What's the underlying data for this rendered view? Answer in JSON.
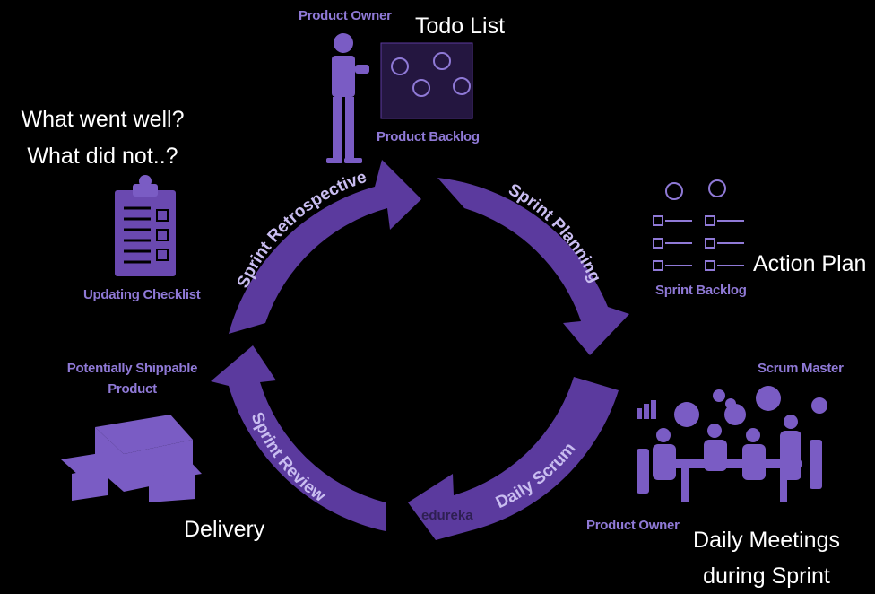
{
  "colors": {
    "background": "#000000",
    "arrow": "#5b3a9e",
    "arrow_light": "#6a49b0",
    "illustration": "#7a5cc4",
    "label": "#8f79d6",
    "note": "#ffffff"
  },
  "phases": {
    "planning": "Sprint Planning",
    "scrum": "Daily Scrum",
    "review": "Sprint Review",
    "retrospective": "Sprint Retrospective"
  },
  "labels": {
    "product_owner_top": "Product Owner",
    "product_backlog": "Product Backlog",
    "sprint_backlog": "Sprint Backlog",
    "scrum_master": "Scrum Master",
    "product_owner_bottom": "Product Owner",
    "shippable_line1": "Potentially Shippable",
    "shippable_line2": "Product",
    "updating_checklist": "Updating Checklist"
  },
  "notes": {
    "todo": "Todo List",
    "action_plan": "Action Plan",
    "daily_line1": "Daily Meetings",
    "daily_line2": "during Sprint",
    "delivery": "Delivery",
    "retro_line1": "What went well?",
    "retro_line2": "What did not..?"
  },
  "watermark": "edureka",
  "icons": {
    "product_owner": "product-owner-person-icon",
    "backlog_board": "backlog-board-icon",
    "sprint_backlog": "sprint-backlog-icon",
    "meeting": "team-meeting-icon",
    "boxes": "boxes-icon",
    "checklist": "clipboard-checklist-icon"
  }
}
